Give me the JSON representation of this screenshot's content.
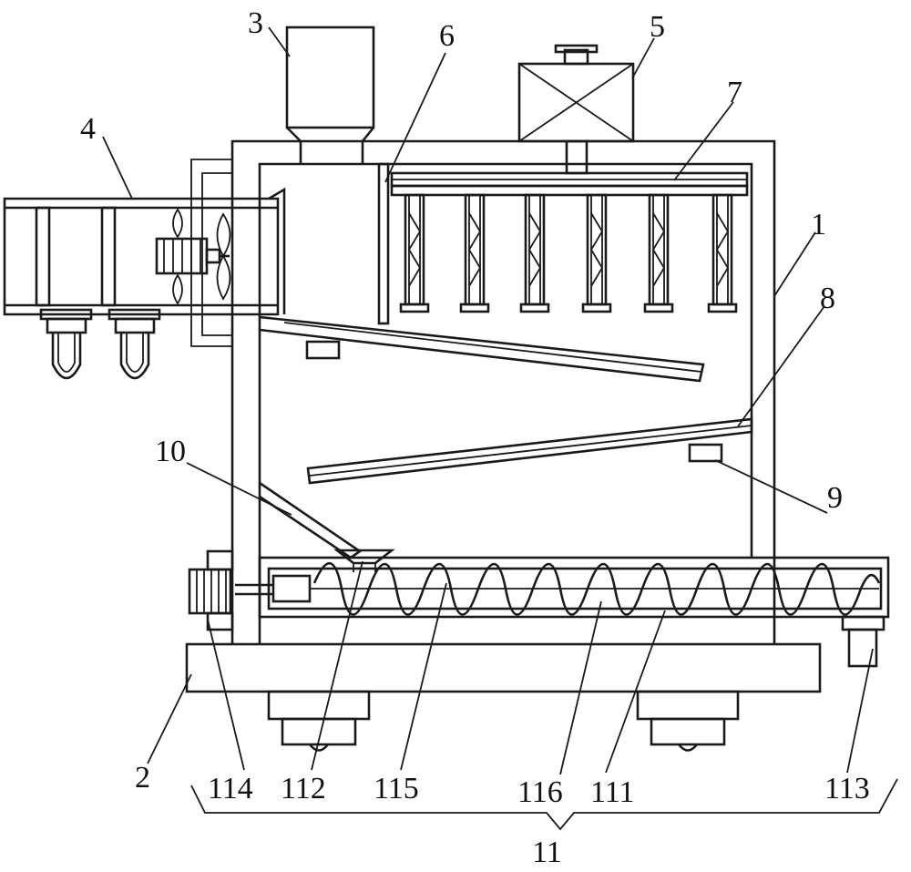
{
  "labels": {
    "l1": "1",
    "l2": "2",
    "l3": "3",
    "l4": "4",
    "l5": "5",
    "l6": "6",
    "l7": "7",
    "l8": "8",
    "l9": "9",
    "l10": "10",
    "l11": "11",
    "l111": "111",
    "l112": "112",
    "l113": "113",
    "l114": "114",
    "l115": "115",
    "l116": "116"
  },
  "colors": {
    "line": "#1a1a1a",
    "background": "#ffffff"
  }
}
